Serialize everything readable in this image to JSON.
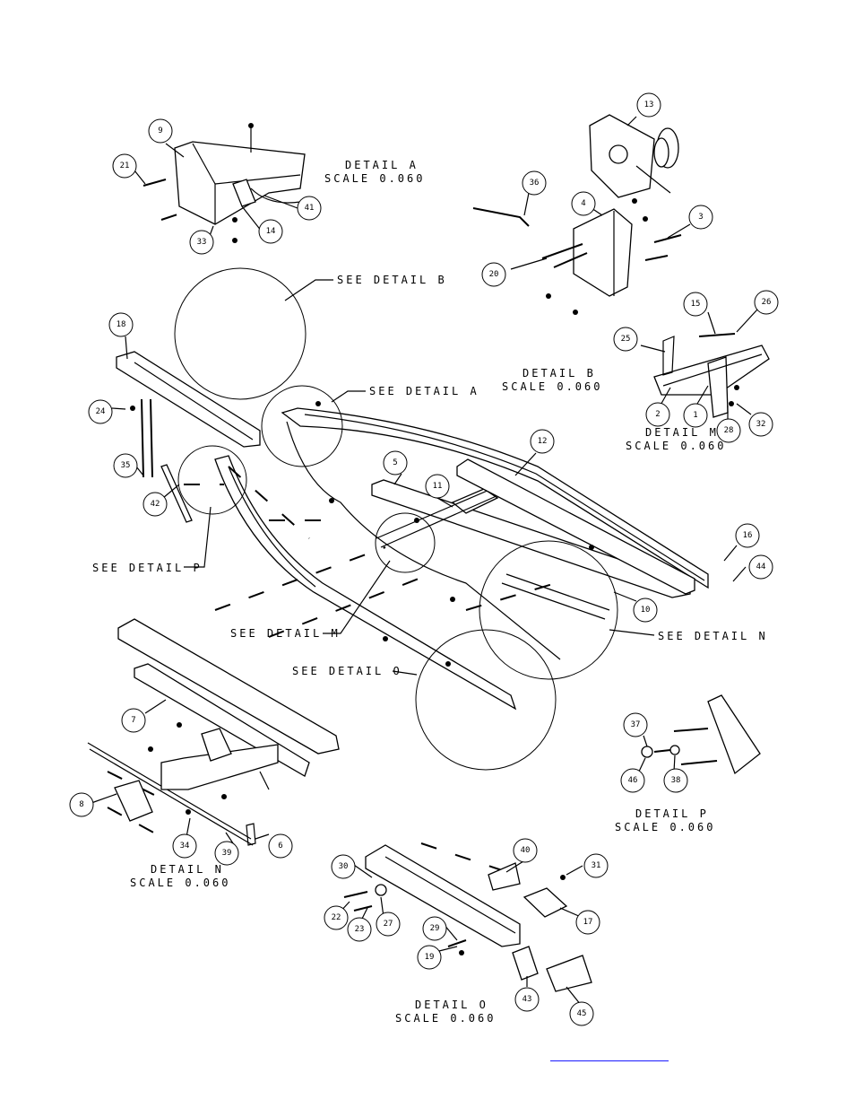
{
  "details": [
    {
      "id": "a",
      "title": "DETAIL  A",
      "scale": "SCALE  0.060"
    },
    {
      "id": "b",
      "title": "DETAIL  B",
      "scale": "SCALE  0.060"
    },
    {
      "id": "m",
      "title": "DETAIL  M",
      "scale": "SCALE  0.060"
    },
    {
      "id": "n",
      "title": "DETAIL  N",
      "scale": "SCALE  0.060"
    },
    {
      "id": "o",
      "title": "DETAIL  O",
      "scale": "SCALE  0.060"
    },
    {
      "id": "p",
      "title": "DETAIL  P",
      "scale": "SCALE  0.060"
    }
  ],
  "callouts": [
    {
      "id": "b",
      "text": "SEE DETAIL  B"
    },
    {
      "id": "a",
      "text": "SEE DETAIL  A"
    },
    {
      "id": "p",
      "text": "SEE DETAIL  P"
    },
    {
      "id": "m",
      "text": "SEE DETAIL  M"
    },
    {
      "id": "n",
      "text": "SEE DETAIL  N"
    },
    {
      "id": "o",
      "text": "SEE DETAIL  O"
    }
  ],
  "part_numbers": [
    "9",
    "21",
    "41",
    "33",
    "14",
    "13",
    "36",
    "4",
    "3",
    "20",
    "15",
    "26",
    "25",
    "2",
    "1",
    "28",
    "32",
    "18",
    "24",
    "35",
    "42",
    "5",
    "11",
    "12",
    "16",
    "44",
    "10",
    "7",
    "8",
    "34",
    "39",
    "6",
    "37",
    "46",
    "38",
    "40",
    "30",
    "31",
    "22",
    "23",
    "27",
    "17",
    "29",
    "19",
    "43",
    "45"
  ],
  "footer_link": ""
}
